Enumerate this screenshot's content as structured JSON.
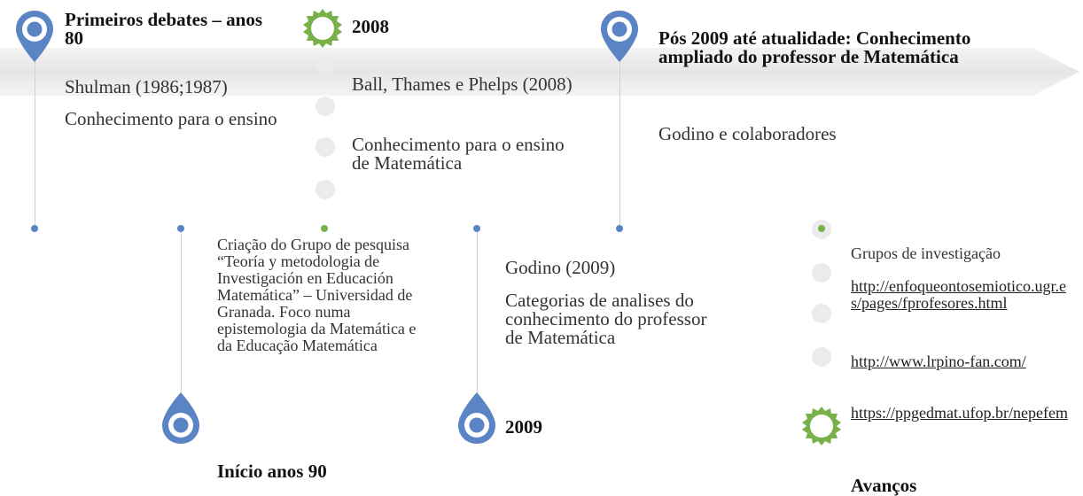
{
  "colors": {
    "blue": "#5b84c4",
    "green": "#78b04a",
    "band": "#e8e8e8",
    "dot_gray": "#ebebeb"
  },
  "top": {
    "item1": {
      "title": "Primeiros debates – anos 80",
      "author": "Shulman (1986;1987)",
      "desc": "Conhecimento para o ensino"
    },
    "item2": {
      "title": "2008",
      "author": "Ball, Thames e Phelps (2008)",
      "desc": "Conhecimento para o ensino de Matemática"
    },
    "item3": {
      "title": "Pós 2009 até atualidade: Conhecimento ampliado do professor de Matemática",
      "desc": "Godino e colaboradores"
    }
  },
  "bottom": {
    "item1": {
      "desc": "Criação do Grupo de pesquisa “Teoría y metodologia de Investigación en Educación Matemática” – Universidad de Granada. Foco numa epistemologia da Matemática e da Educação Matemática",
      "title": "Início anos 90"
    },
    "item2": {
      "author": "Godino (2009)",
      "desc": "Categorias de analises do conhecimento do professor de Matemática",
      "title": "2009"
    },
    "item3": {
      "heading": "Grupos de investigação",
      "links": [
        "http://enfoqueontosemiotico.ugr.es/pages/fprofesores.html",
        "http://www.lrpino-fan.com/",
        "https://ppgedmat.ufop.br/nepefem"
      ],
      "title": "Avanços"
    }
  }
}
